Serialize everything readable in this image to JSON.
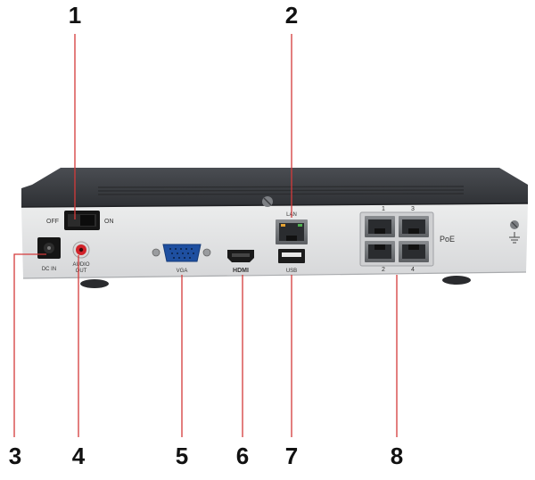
{
  "callouts": {
    "power_switch": "1",
    "lan": "2",
    "dc_in": "3",
    "audio_out": "4",
    "vga": "5",
    "hdmi": "6",
    "usb": "7",
    "poe_ports": "8"
  },
  "panel_labels": {
    "off": "OFF",
    "on": "ON",
    "dc_in": "DC IN",
    "audio_line1": "AUDIO",
    "audio_line2": "OUT",
    "vga": "VGA",
    "hdmi": "HDMI",
    "lan": "LAN",
    "usb": "USB",
    "poe": "PoE",
    "port_1": "1",
    "port_2": "2",
    "port_3": "3",
    "port_4": "4"
  },
  "colors": {
    "leader_line": "#d43a3a",
    "chassis_top": "#3a3d42",
    "panel_face": "#e3e4e6"
  },
  "icons": [
    "ground-icon",
    "screw-icon"
  ]
}
